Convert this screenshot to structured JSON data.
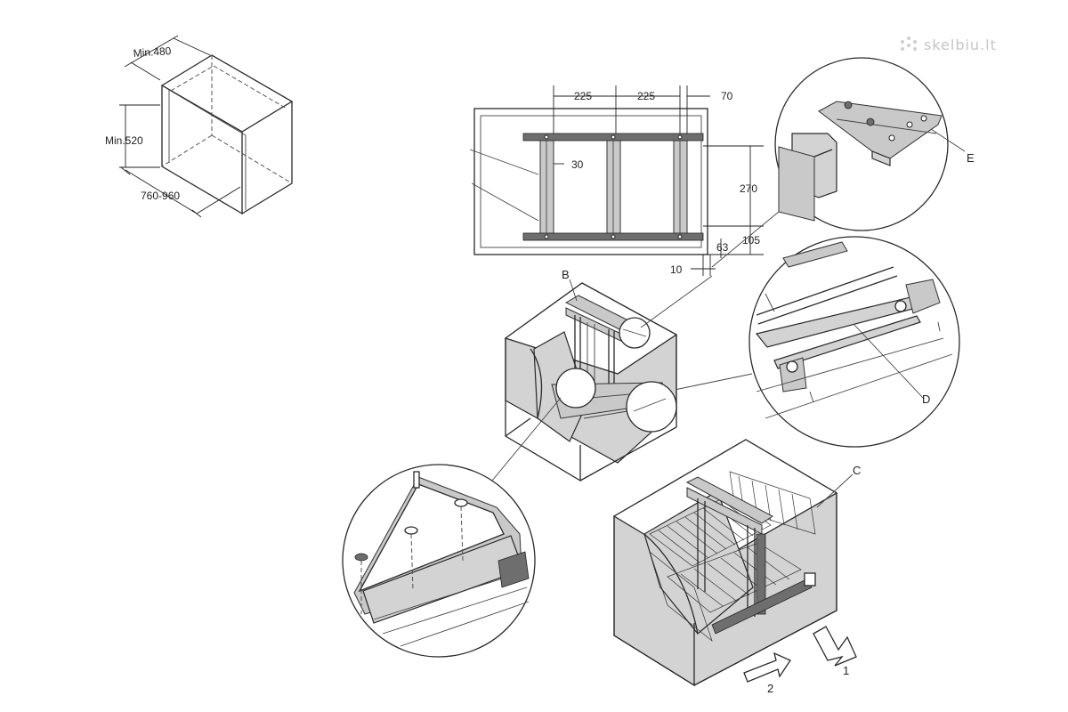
{
  "watermark": {
    "text": "skelbiu.lt"
  },
  "cabinet_dims": {
    "depth": "Min.480",
    "height": "Min.520",
    "width": "760-960"
  },
  "plan_dims": {
    "span_1": "225",
    "span_2": "225",
    "span_3": "70",
    "gap": "30",
    "height": "270",
    "bottom_1": "63",
    "bottom_2": "105",
    "offset": "10"
  },
  "labels": {
    "b": "B",
    "c": "C",
    "d": "D",
    "e": "E"
  },
  "arrows": {
    "step_1": "1",
    "step_2": "2"
  }
}
